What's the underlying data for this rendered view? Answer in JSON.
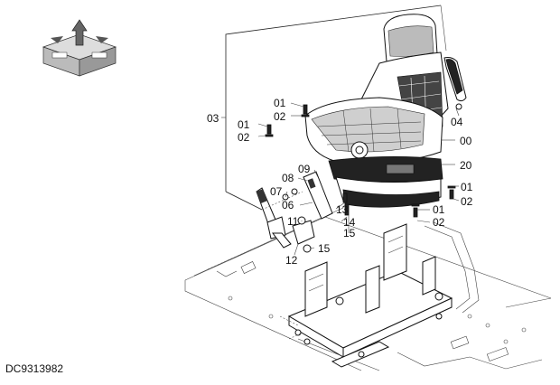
{
  "drawing_id": "DC9313982",
  "callouts": [
    {
      "key": "c01_top",
      "text": "01"
    },
    {
      "key": "c02_top",
      "text": "02"
    },
    {
      "key": "c03",
      "text": "03"
    },
    {
      "key": "c01_left",
      "text": "01"
    },
    {
      "key": "c02_left",
      "text": "02"
    },
    {
      "key": "c04",
      "text": "04"
    },
    {
      "key": "c00",
      "text": "00"
    },
    {
      "key": "c20",
      "text": "20"
    },
    {
      "key": "c09",
      "text": "09"
    },
    {
      "key": "c08",
      "text": "08"
    },
    {
      "key": "c07",
      "text": "07"
    },
    {
      "key": "c06",
      "text": "06"
    },
    {
      "key": "c13",
      "text": "13"
    },
    {
      "key": "c14",
      "text": "14"
    },
    {
      "key": "c15_a",
      "text": "15"
    },
    {
      "key": "c11",
      "text": "11"
    },
    {
      "key": "c15_b",
      "text": "15"
    },
    {
      "key": "c12",
      "text": "12"
    },
    {
      "key": "c01_right",
      "text": "01"
    },
    {
      "key": "c02_right",
      "text": "02"
    },
    {
      "key": "c01_lower",
      "text": "01"
    },
    {
      "key": "c02_lower",
      "text": "02"
    }
  ],
  "icons": {
    "orientation": "orientation-arrows-icon",
    "seat": "operator-seat-icon"
  }
}
